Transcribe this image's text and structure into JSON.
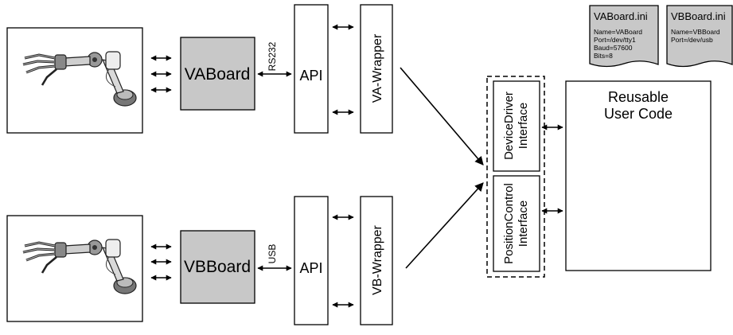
{
  "blocks": {
    "va_board": "VABoard",
    "vb_board": "VBBoard",
    "api_top": "API",
    "api_bottom": "API",
    "va_wrapper": "VA-Wrapper",
    "vb_wrapper": "VB-Wrapper",
    "device_driver_interface": [
      "DeviceDriver",
      "Interface"
    ],
    "position_control_interface": [
      "PositionControl",
      "Interface"
    ],
    "reusable_user_code": [
      "Reusable",
      "User Code"
    ]
  },
  "links": {
    "top_link": "RS232",
    "bottom_link": "USB"
  },
  "config_files": {
    "va_ini": {
      "title": "VABoard.ini",
      "lines": [
        "Name=VABoard",
        "Port=/dev/tty1",
        "Baud=57600",
        "Bits=8"
      ]
    },
    "vb_ini": {
      "title": "VBBoard.ini",
      "lines": [
        "Name=VBBoard",
        "Port=/dev/usb"
      ]
    }
  },
  "colors": {
    "board_fill": "#c8c8c8",
    "line": "#000000",
    "doc_fill": "#c8c8c8"
  },
  "icons": {
    "robot_top": "robot-arm-icon",
    "robot_bottom": "robot-arm-icon"
  }
}
